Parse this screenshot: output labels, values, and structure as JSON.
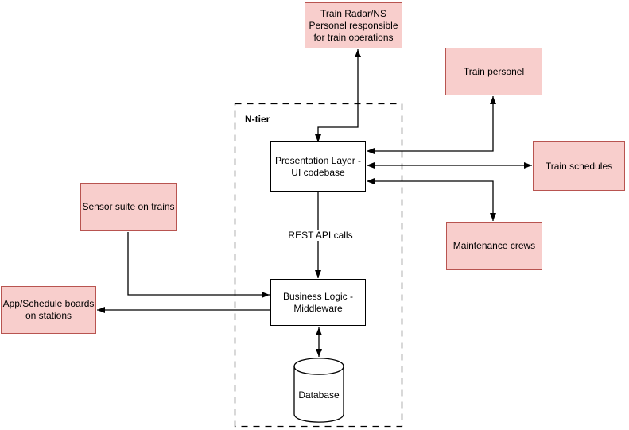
{
  "diagram": {
    "container": {
      "label": "N-tier"
    },
    "nodes": {
      "train_radar": {
        "label": "Train Radar/NS\nPersonel responsible\nfor train operations",
        "type": "external"
      },
      "train_personel": {
        "label": "Train personel",
        "type": "external"
      },
      "train_schedules": {
        "label": "Train schedules",
        "type": "external"
      },
      "maintenance_crews": {
        "label": "Maintenance crews",
        "type": "external"
      },
      "sensor_suite": {
        "label": "Sensor suite on trains",
        "type": "external"
      },
      "app_schedule_boards": {
        "label": "App/Schedule boards\non stations",
        "type": "external"
      },
      "presentation_layer": {
        "label": "Presentation Layer -\nUI codebase",
        "type": "internal"
      },
      "business_logic": {
        "label": "Business Logic -\nMiddleware",
        "type": "internal"
      },
      "database": {
        "label": "Database",
        "type": "internal"
      }
    },
    "edge_labels": {
      "rest_api": "REST API calls"
    },
    "edges": [
      {
        "from": "presentation_layer",
        "to": "train_radar",
        "arrows": "both"
      },
      {
        "from": "presentation_layer",
        "to": "train_personel",
        "arrows": "both"
      },
      {
        "from": "presentation_layer",
        "to": "train_schedules",
        "arrows": "both"
      },
      {
        "from": "presentation_layer",
        "to": "maintenance_crews",
        "arrows": "both"
      },
      {
        "from": "sensor_suite",
        "to": "business_logic",
        "arrows": "end"
      },
      {
        "from": "business_logic",
        "to": "app_schedule_boards",
        "arrows": "end"
      },
      {
        "from": "presentation_layer",
        "to": "business_logic",
        "arrows": "end",
        "label": "REST API calls"
      },
      {
        "from": "business_logic",
        "to": "database",
        "arrows": "both"
      }
    ],
    "colors": {
      "external_fill": "#F8CECC",
      "external_stroke": "#B85450",
      "internal_fill": "#FFFFFF",
      "line": "#000000",
      "background": "#FFFFFF"
    }
  }
}
